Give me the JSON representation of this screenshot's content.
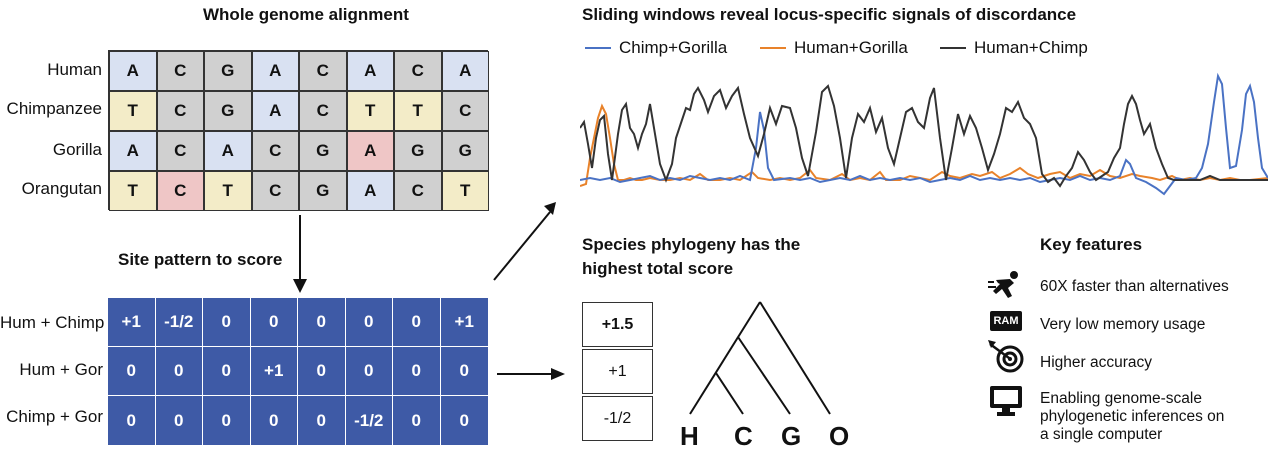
{
  "alignment": {
    "title": "Whole genome alignment",
    "species": [
      "Human",
      "Chimpanzee",
      "Gorilla",
      "Orangutan"
    ],
    "rows": [
      [
        "A",
        "C",
        "G",
        "A",
        "C",
        "A",
        "C",
        "A"
      ],
      [
        "T",
        "C",
        "G",
        "A",
        "C",
        "T",
        "T",
        "C"
      ],
      [
        "A",
        "C",
        "A",
        "C",
        "G",
        "A",
        "G",
        "G"
      ],
      [
        "T",
        "C",
        "T",
        "C",
        "G",
        "A",
        "C",
        "T"
      ]
    ],
    "base_colors": {
      "A": "#d9e1f2",
      "C": "#d0d0d0",
      "G": "#d0d0d0",
      "T": "#f3ecc8"
    },
    "highlight_color": "#efc6c6"
  },
  "site_pattern": {
    "title": "Site pattern to score",
    "labels": [
      "Hum + Chimp",
      "Hum + Gor",
      "Chimp + Gor"
    ],
    "rows": [
      [
        "+1",
        "-1/2",
        "0",
        "0",
        "0",
        "0",
        "0",
        "+1"
      ],
      [
        "0",
        "0",
        "0",
        "+1",
        "0",
        "0",
        "0",
        "0"
      ],
      [
        "0",
        "0",
        "0",
        "0",
        "0",
        "-1/2",
        "0",
        "0"
      ]
    ],
    "color": "#3e5aa6"
  },
  "sliding": {
    "title": "Sliding windows reveal locus-specific signals of discordance",
    "legend": [
      {
        "name": "Chimp+Gorilla",
        "color": "#4a72c4"
      },
      {
        "name": "Human+Gorilla",
        "color": "#e8822a"
      },
      {
        "name": "Human+Chimp",
        "color": "#333333"
      }
    ]
  },
  "phylogeny": {
    "title_line1": "Species phylogeny has the",
    "title_line2": "highest total score",
    "scores": [
      "+1.5",
      "+1",
      "-1/2"
    ],
    "leaves": [
      "H",
      "C",
      "G",
      "O"
    ]
  },
  "features": {
    "title": "Key features",
    "items": [
      {
        "icon": "runner-icon",
        "text": "60X faster than alternatives"
      },
      {
        "icon": "ram-chip-icon",
        "icon_text": "RAM",
        "text": "Very low memory usage"
      },
      {
        "icon": "target-arrow-icon",
        "text": "Higher accuracy"
      },
      {
        "icon": "monitor-icon",
        "text1": "Enabling genome-scale",
        "text2": "phylogenetic inferences on",
        "text3": "a single computer"
      }
    ]
  }
}
